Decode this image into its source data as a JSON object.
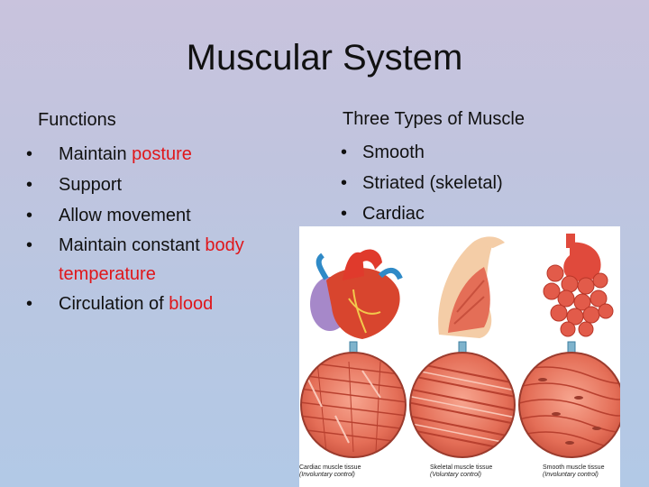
{
  "title": "Muscular System",
  "functions": {
    "heading": "Functions",
    "items": [
      {
        "text": "Maintain ",
        "highlight": "posture"
      },
      {
        "text": "Support",
        "highlight": ""
      },
      {
        "text": "Allow movement",
        "highlight": ""
      },
      {
        "text": "Maintain constant ",
        "highlight": "body temperature"
      },
      {
        "text": "Circulation of ",
        "highlight": "blood"
      }
    ]
  },
  "types": {
    "heading": "Three Types of Muscle",
    "items": [
      "Smooth",
      "Striated (skeletal)",
      "Cardiac"
    ]
  },
  "figure": {
    "captions": [
      {
        "title": "Cardiac muscle tissue",
        "sub": "(Involuntary control)"
      },
      {
        "title": "Skeletal muscle tissue",
        "sub": "(Voluntary control)"
      },
      {
        "title": "Smooth muscle tissue",
        "sub": "(Involuntary control)"
      }
    ]
  },
  "colors": {
    "highlight": "#e0161a",
    "muscle": "#e8735c",
    "arrow": "#7fb3cc"
  }
}
